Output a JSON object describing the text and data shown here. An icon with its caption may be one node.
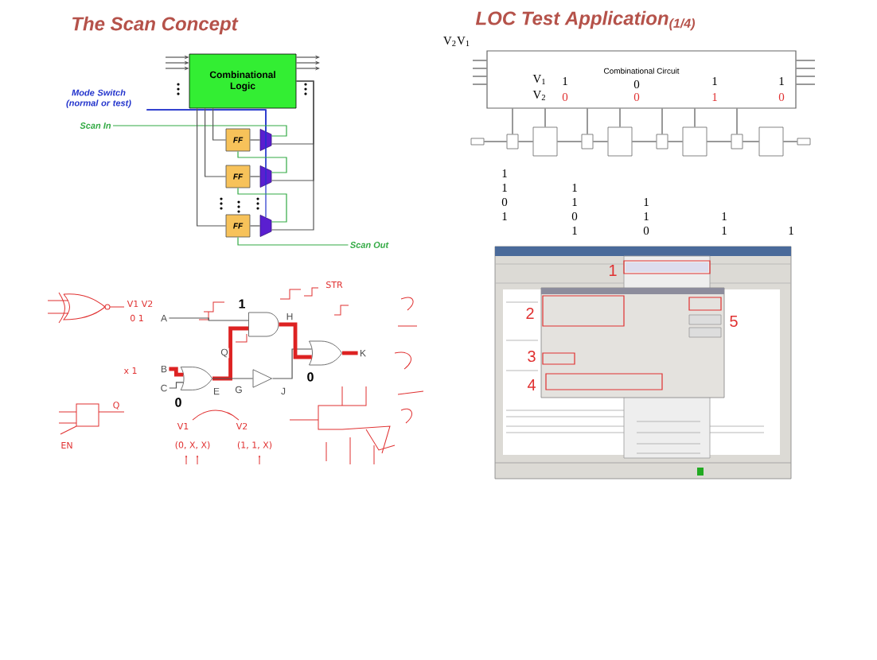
{
  "diagram": {
    "nodes": [
      {
        "text": [
          "Combinational Logic"
        ]
      },
      {
        "text": [
          "FF"
        ]
      },
      {
        "text": [
          "FF"
        ]
      },
      {
        "text": [
          "FF"
        ]
      },
      {
        "text": [],
        "shape": "trapezoid"
      },
      {
        "text": [],
        "shape": "trapezoid"
      },
      {
        "text": [],
        "shape": "trapezoid"
      },
      {
        "text": [
          "Mode Switch (normal or test)"
        ]
      },
      {
        "text": [
          "Scan In"
        ]
      },
      {
        "text": [
          "Scan Out"
        ]
      },
      {
        "text": [
          "Combinational Circuit"
        ]
      },
      {
        "text": [],
        "shape": "box"
      },
      {
        "text": [],
        "shape": "box"
      },
      {
        "text": [],
        "shape": "box"
      },
      {
        "text": [],
        "shape": "box"
      },
      {
        "text": [],
        "shape": "box"
      },
      {
        "text": [],
        "shape": "box"
      },
      {
        "text": [],
        "shape": "box"
      },
      {
        "text": [],
        "shape": "box"
      },
      {
        "text": [],
        "shape": "box"
      },
      {
        "text": [],
        "shape": "box"
      },
      {
        "text": [],
        "shape": "picture"
      },
      {
        "text": [
          "A"
        ]
      },
      {
        "text": [
          "B"
        ]
      },
      {
        "text": [
          "C"
        ]
      },
      {
        "text": [],
        "shape": "or-gate"
      },
      {
        "text": [],
        "shape": "and-gate"
      },
      {
        "text": [],
        "shape": "buffer"
      },
      {
        "text": [],
        "shape": "or-gate"
      },
      {
        "text": [
          "K"
        ]
      }
    ],
    "edges": [
      {
        "from": 7,
        "to": 4,
        "arrow": "none",
        "color": "#2233cc"
      },
      {
        "from": 7,
        "to": 5,
        "arrow": "none",
        "color": "#2233cc"
      },
      {
        "from": 7,
        "to": 6,
        "arrow": "none",
        "color": "#2233cc"
      },
      {
        "from": 8,
        "to": 4,
        "arrow": "none",
        "color": "#33aa44"
      },
      {
        "from": 4,
        "to": 1,
        "arrow": "none"
      },
      {
        "from": 5,
        "to": 2,
        "arrow": "none"
      },
      {
        "from": 6,
        "to": 3,
        "arrow": "none"
      },
      {
        "from": 1,
        "to": 5,
        "arrow": "none",
        "color": "#33aa44"
      },
      {
        "from": 2,
        "to": 6,
        "arrow": "none",
        "color": "#33aa44"
      },
      {
        "from": 3,
        "to": 9,
        "arrow": "none",
        "color": "#33aa44"
      },
      {
        "from": 0,
        "to": 4,
        "arrow": "none"
      },
      {
        "from": 0,
        "to": 5,
        "arrow": "none"
      },
      {
        "from": 0,
        "to": 6,
        "arrow": "none"
      },
      {
        "from": 1,
        "to": 0,
        "arrow": "none"
      },
      {
        "from": 2,
        "to": 0,
        "arrow": "none"
      },
      {
        "from": 3,
        "to": 0,
        "arrow": "none"
      },
      {
        "from": 11,
        "to": 12,
        "arrow": "none"
      },
      {
        "from": 12,
        "to": 13,
        "arrow": "none"
      },
      {
        "from": 13,
        "to": 14,
        "arrow": "none"
      },
      {
        "from": 14,
        "to": 15,
        "arrow": "none"
      },
      {
        "from": 15,
        "to": 16,
        "arrow": "none"
      },
      {
        "from": 16,
        "to": 17,
        "arrow": "none"
      },
      {
        "from": 17,
        "to": 18,
        "arrow": "none"
      },
      {
        "from": 18,
        "to": 19,
        "arrow": "none"
      },
      {
        "from": 19,
        "to": 20,
        "arrow": "none"
      },
      {
        "from": 10,
        "to": 12,
        "arrow": "none"
      },
      {
        "from": 10,
        "to": 14,
        "arrow": "none"
      },
      {
        "from": 10,
        "to": 16,
        "arrow": "none"
      },
      {
        "from": 10,
        "to": 18,
        "arrow": "none"
      },
      {
        "from": 13,
        "to": 10,
        "arrow": "none"
      },
      {
        "from": 15,
        "to": 10,
        "arrow": "none"
      },
      {
        "from": 17,
        "to": 10,
        "arrow": "none"
      },
      {
        "from": 22,
        "to": 26,
        "arrow": "none"
      },
      {
        "from": 23,
        "to": 25,
        "arrow": "none",
        "style": "thick",
        "color": "#dd2222"
      },
      {
        "from": 24,
        "to": 25,
        "arrow": "none"
      },
      {
        "from": 25,
        "to": 26,
        "arrow": "none",
        "label": "Q",
        "style": "thick",
        "color": "#dd2222"
      },
      {
        "from": 25,
        "to": 27,
        "arrow": "none",
        "label": "G"
      },
      {
        "from": 27,
        "to": 28,
        "arrow": "none",
        "label": "J"
      },
      {
        "from": 26,
        "to": 28,
        "arrow": "none",
        "label": "H",
        "style": "thick",
        "color": "#dd2222"
      },
      {
        "from": 28,
        "to": 29,
        "arrow": "none",
        "style": "thick",
        "color": "#dd2222"
      },
      {
        "from": null,
        "to": 0,
        "arrow": "to"
      },
      {
        "from": null,
        "to": 0,
        "arrow": "to"
      },
      {
        "from": null,
        "to": 0,
        "arrow": "to"
      },
      {
        "from": 0,
        "to": null,
        "arrow": "to"
      },
      {
        "from": 0,
        "to": null,
        "arrow": "to"
      },
      {
        "from": 0,
        "to": null,
        "arrow": "to"
      },
      {
        "from": null,
        "to": 10,
        "arrow": "none"
      },
      {
        "from": null,
        "to": 10,
        "arrow": "none"
      },
      {
        "from": null,
        "to": 10,
        "arrow": "none"
      },
      {
        "from": null,
        "to": 10,
        "arrow": "none"
      },
      {
        "from": 10,
        "to": null,
        "arrow": "none"
      },
      {
        "from": 10,
        "to": null,
        "arrow": "none"
      },
      {
        "from": 10,
        "to": null,
        "arrow": "none"
      },
      {
        "from": 10,
        "to": null,
        "arrow": "none"
      }
    ],
    "labels": [
      "The Scan Concept",
      "LOC Test Application$_{(1/4)}$",
      "V$_{2}$V$_{1}$",
      "V$_{1}$",
      "1",
      "0",
      "1",
      "1",
      "V$_{2}$",
      "0",
      "0",
      "1",
      "0",
      "1",
      "1",
      "1",
      "0",
      "1",
      "1",
      "1",
      "0",
      "1",
      "1",
      "1",
      "0",
      "1",
      "1",
      "STR",
      "V1 V2",
      "1",
      "0 1",
      "x 1",
      "0",
      "E",
      "Q",
      "0",
      "V1",
      "V2",
      "EN",
      "(0, X, X)",
      "(1, 1, X)",
      "1",
      "2",
      "3",
      "4",
      "5"
    ]
  }
}
